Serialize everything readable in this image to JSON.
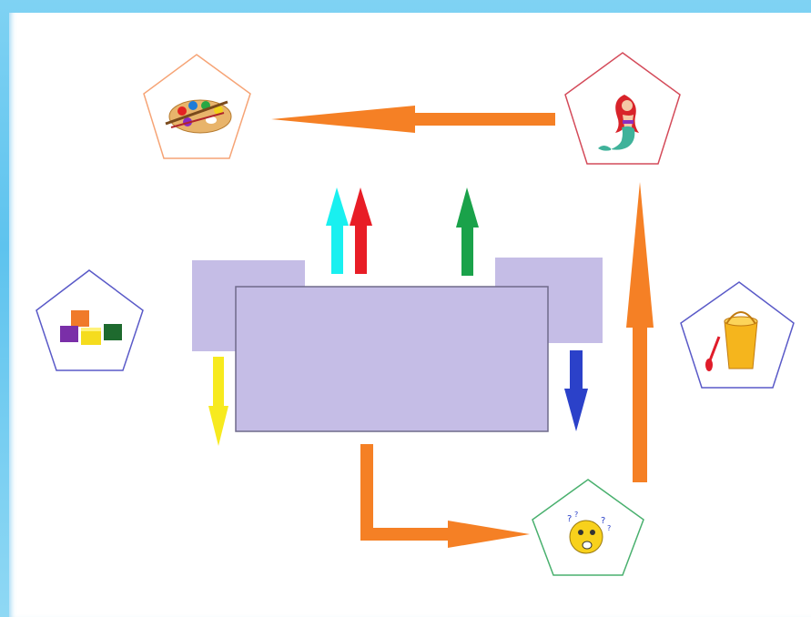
{
  "colors": {
    "background": "#5ec3ee",
    "slide": "#ffffff",
    "main_block": "#c5bde6",
    "main_block_border": "#6f6a8a",
    "side_block": "#c5bde6",
    "flow_arrow": "#f58025",
    "arrow_cyan": "#19f0f0",
    "arrow_red": "#e81d26",
    "arrow_green": "#1aa24a",
    "arrow_yellow": "#f7ea1f",
    "arrow_blue": "#2b41c9"
  },
  "nodes": [
    {
      "id": "palette",
      "icon": "paint-palette-icon",
      "border": "#f6a476"
    },
    {
      "id": "mermaid",
      "icon": "mermaid-icon",
      "border": "#d44b5a"
    },
    {
      "id": "blocks",
      "icon": "toy-blocks-icon",
      "border": "#5a5ac8"
    },
    {
      "id": "bucket",
      "icon": "sand-bucket-icon",
      "border": "#5a5ac8"
    },
    {
      "id": "thinking",
      "icon": "thinking-face-icon",
      "border": "#49b06e"
    }
  ]
}
